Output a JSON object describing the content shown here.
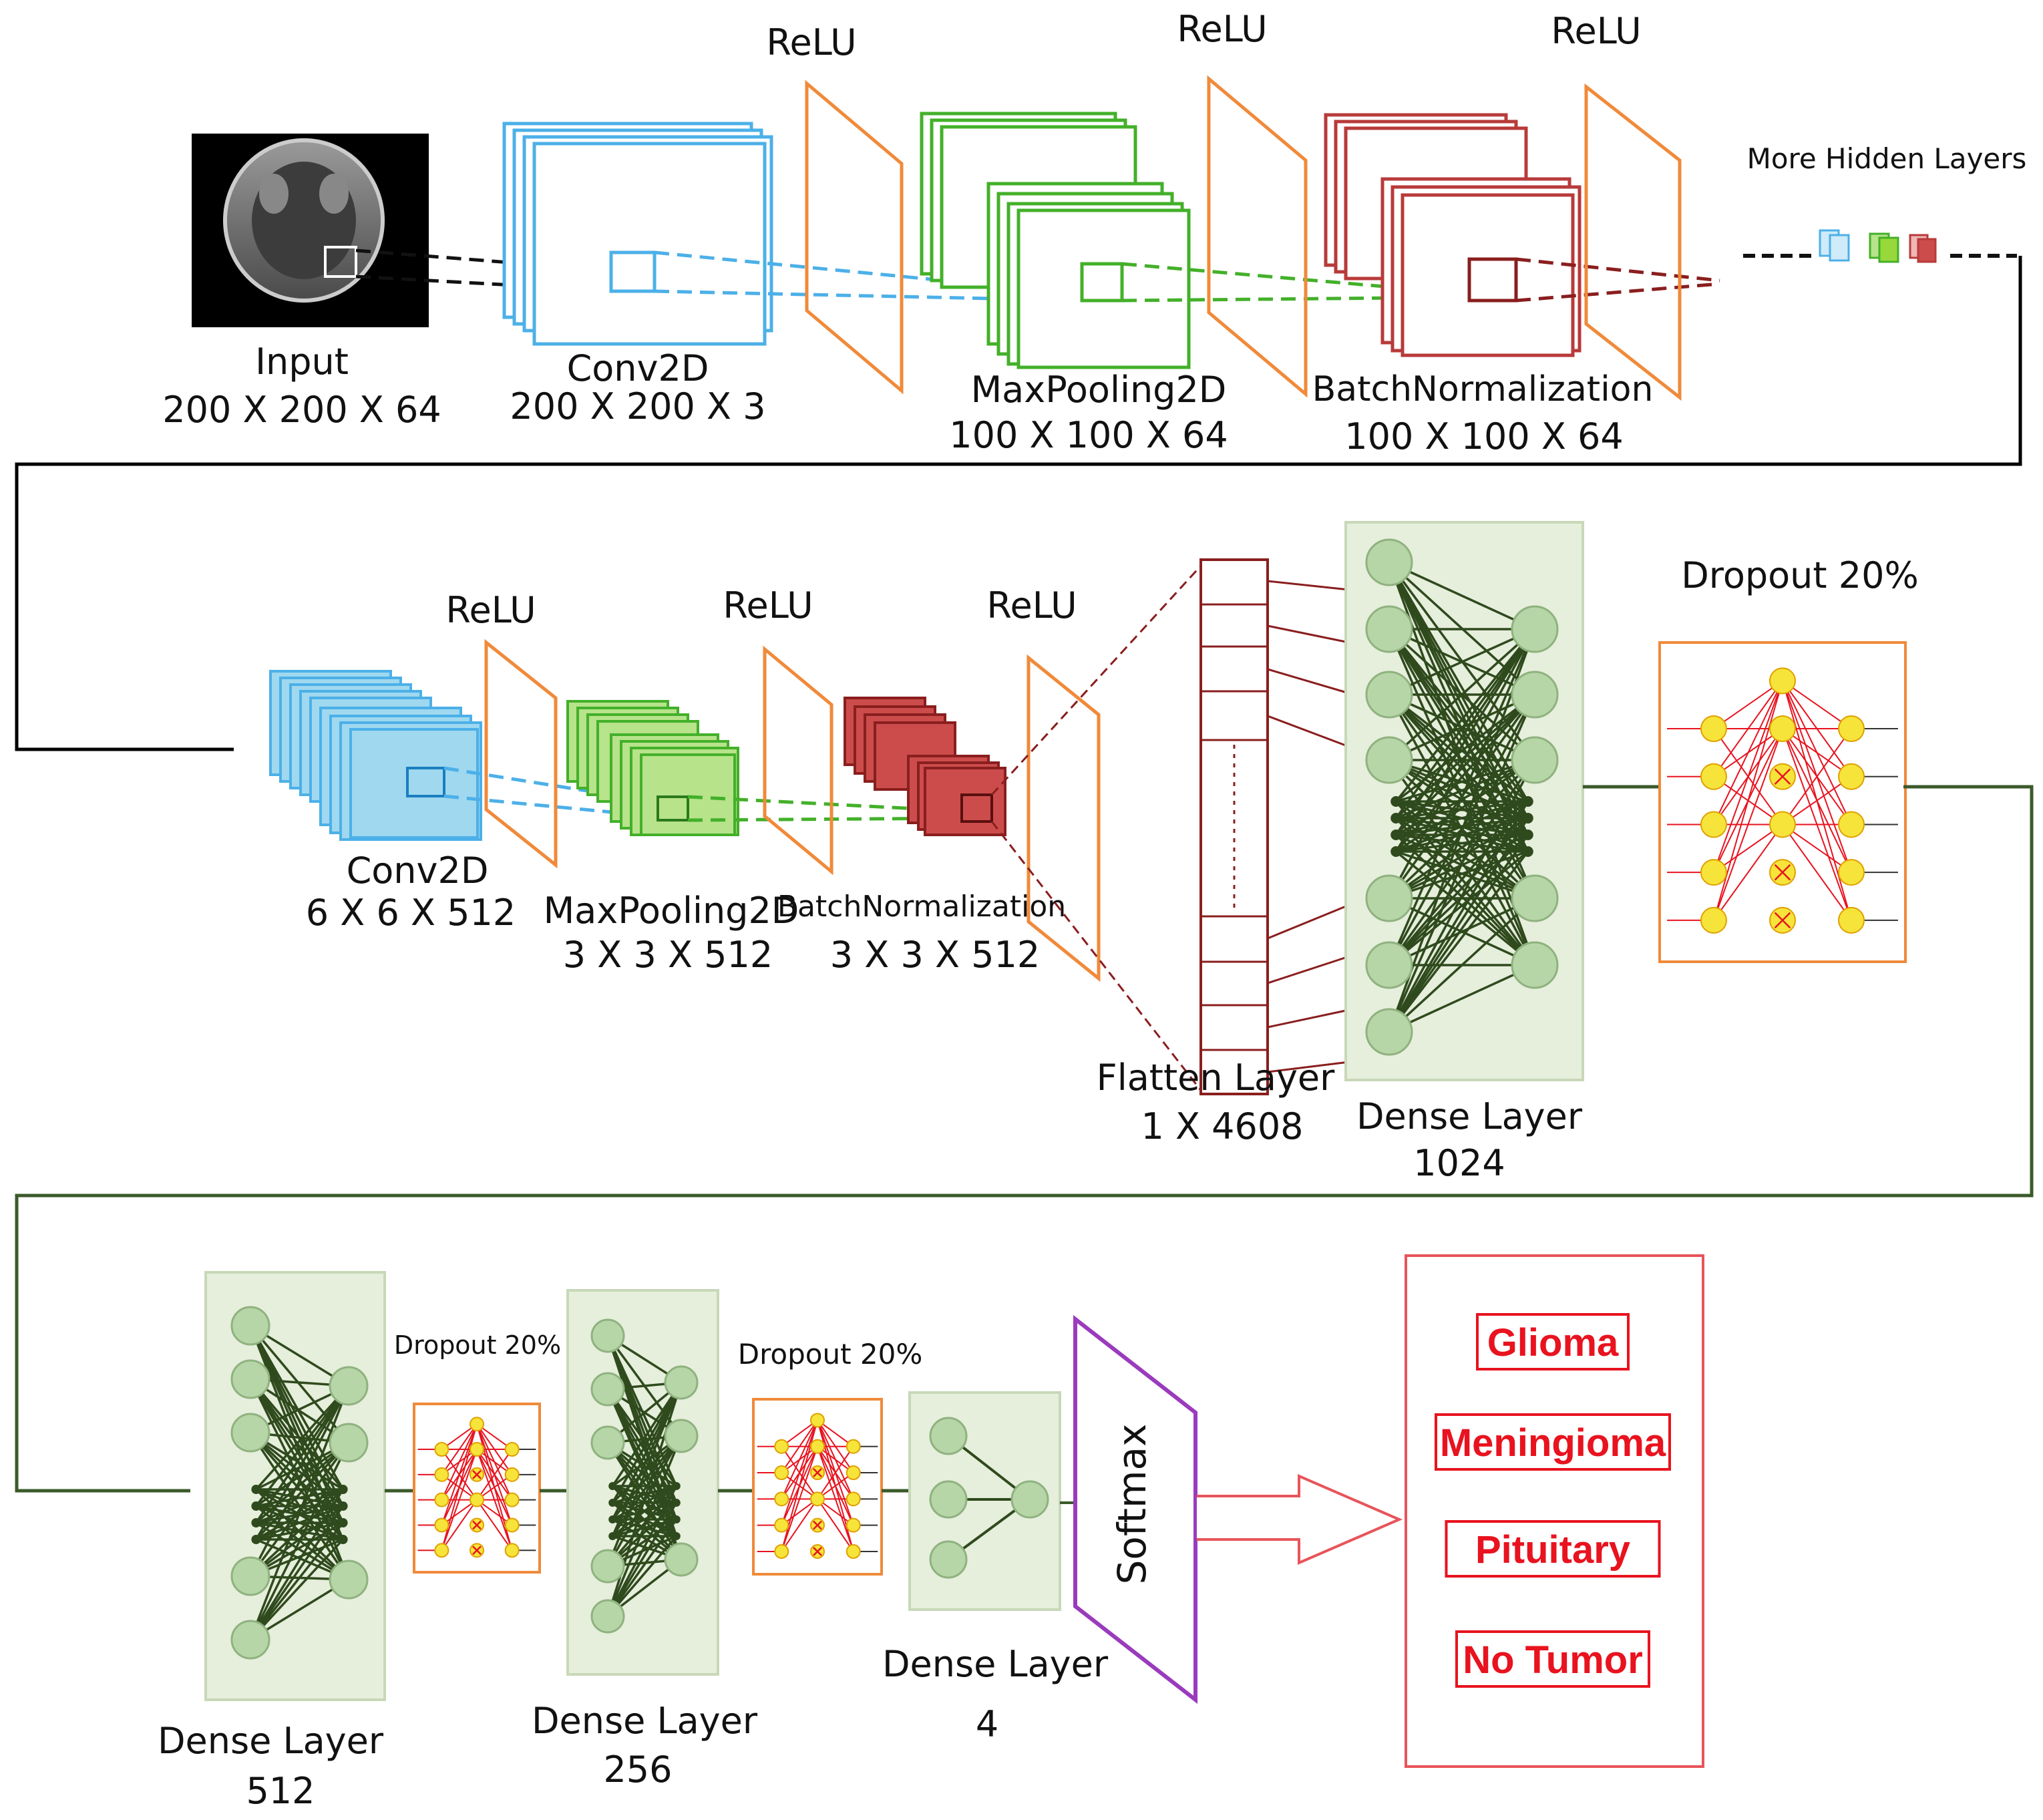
{
  "row1": {
    "input_title": "Input",
    "input_dims": "200 X 200 X 64",
    "conv_title": "Conv2D",
    "conv_dims": "200 X 200 X 3",
    "relu1": "ReLU",
    "pool_title": "MaxPooling2D",
    "pool_dims": "100 X 100 X 64",
    "relu2": "ReLU",
    "bn_title": "BatchNormalization",
    "bn_dims": "100 X 100 X 64",
    "relu3": "ReLU",
    "more_hidden": "More Hidden Layers"
  },
  "row2": {
    "conv_title": "Conv2D",
    "conv_dims": "6 X 6 X 512",
    "relu1": "ReLU",
    "pool_title": "MaxPooling2D",
    "pool_dims": "3 X 3 X 512",
    "relu2": "ReLU",
    "bn_title": "BatchNormalization",
    "bn_dims": "3 X 3 X 512",
    "relu3": "ReLU",
    "flatten_title": "Flatten Layer",
    "flatten_dims": "1 X 4608",
    "dense_title": "Dense Layer",
    "dense_units": "1024",
    "dropout": "Dropout 20%"
  },
  "row3": {
    "dense1_title": "Dense Layer",
    "dense1_units": "512",
    "dropout1": "Dropout 20%",
    "dense2_title": "Dense Layer",
    "dense2_units": "256",
    "dropout2": "Dropout 20%",
    "dense3_title": "Dense Layer",
    "dense3_units": "4",
    "softmax": "Softmax"
  },
  "classes": [
    "Glioma",
    "Meningioma",
    "Pituitary",
    "No Tumor"
  ],
  "colors": {
    "conv": "#4cb0e8",
    "pool": "#43b02a",
    "pool_fill": "#97d83a",
    "bn": "#b83a3a",
    "bn_fill": "#cc4c4c",
    "relu": "#f08a3a",
    "dense_bg": "#e6eedc",
    "node": "#b7d6a8",
    "edge": "#2f4a1d",
    "dropout_node": "#f7e43a",
    "softmax": "#9a3bbd",
    "output": "#e8131f",
    "connector": "#3b5a2a"
  }
}
